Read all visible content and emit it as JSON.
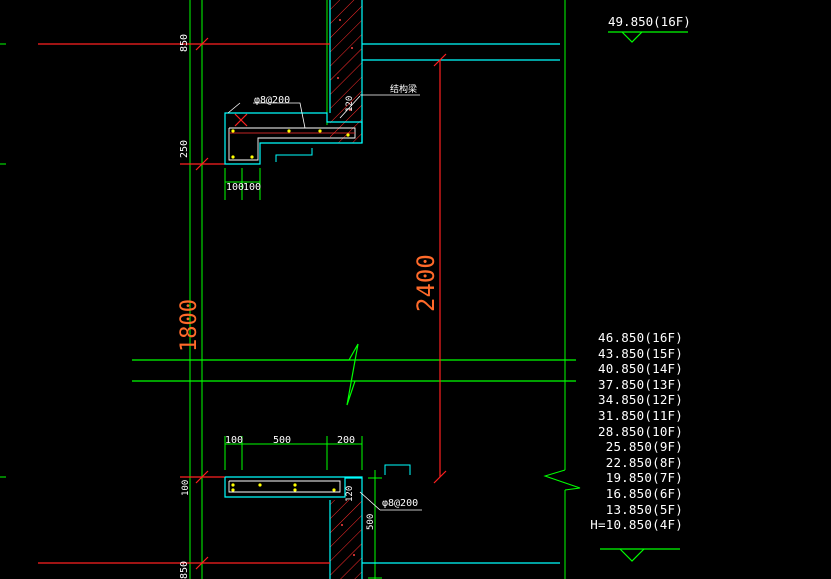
{
  "drawing": {
    "top_level": "49.850(16F)",
    "levels": [
      "46.850(16F)",
      "43.850(15F)",
      "40.850(14F)",
      "37.850(13F)",
      "34.850(12F)",
      "31.850(11F)",
      "28.850(10F)",
      "25.850(9F)",
      "22.850(8F)",
      "19.850(7F)",
      "16.850(6F)",
      "13.850(5F)",
      "H=10.850(4F)"
    ],
    "dimensions": {
      "d850_top": "850",
      "d250": "250",
      "d1800": "1800",
      "d2400": "2400",
      "d100a": "100",
      "d100b": "100",
      "d100c": "100",
      "d500": "500",
      "d200": "200",
      "d100_side": "100",
      "d120_top": "120",
      "d120_bot": "120",
      "d500_v": "500",
      "d850_bot": "850"
    },
    "rebar_top": "φ8@200",
    "rebar_bottom": "φ8@200",
    "struct_label": "结构梁"
  },
  "colors": {
    "background": "#000000",
    "dimension_line": "#00ff00",
    "axis_line": "#ff3030",
    "dimension_text": "#ff6a2a",
    "outline": "#00ffff",
    "text": "#ffffff",
    "rebar": "#ffff00",
    "hatch": "#ff2020"
  }
}
